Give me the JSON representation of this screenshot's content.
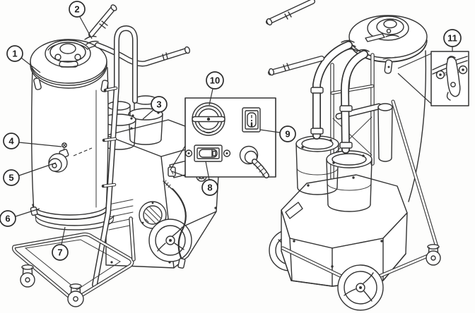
{
  "figure": {
    "kind": "technical parts diagram",
    "subject": "Industrial vacuum dust extractor shown in two isometric views with a control-panel detail box and a lid-latch detail inset",
    "background": "#fdfdfc",
    "line_color": "#333333"
  },
  "callouts": [
    {
      "label": "1",
      "part": "container-lid"
    },
    {
      "label": "2",
      "part": "suction-inlet-fitting"
    },
    {
      "label": "3",
      "part": "cyclone-filter-unit"
    },
    {
      "label": "4",
      "part": "valve-fixing-screw"
    },
    {
      "label": "5",
      "part": "shut-off-valve"
    },
    {
      "label": "6",
      "part": "container-clamp-band"
    },
    {
      "label": "7",
      "part": "container-support-ring"
    },
    {
      "label": "8",
      "part": "panel-switch"
    },
    {
      "label": "9",
      "part": "on-off-rocker-switch"
    },
    {
      "label": "10",
      "part": "control-dial"
    },
    {
      "label": "11",
      "part": "lid-latch"
    }
  ]
}
